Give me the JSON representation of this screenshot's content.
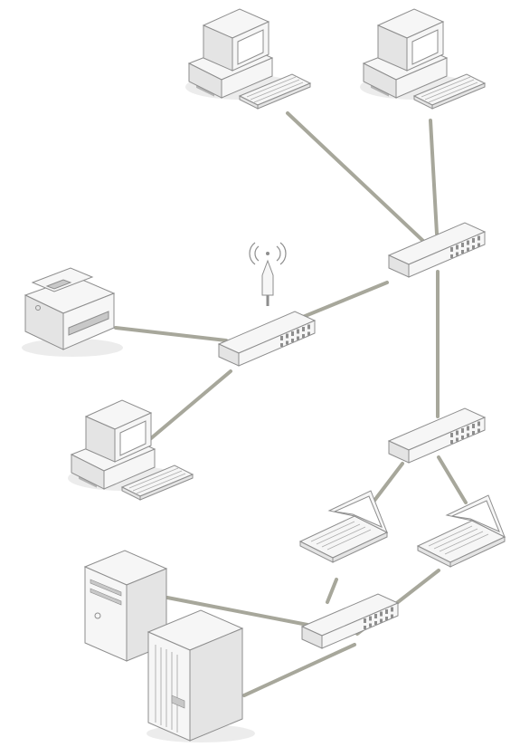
{
  "diagram": {
    "description_type": "network-topology",
    "background": "#ffffff",
    "colors": {
      "link": "#a7a79b",
      "device_light": "#f6f6f6",
      "device_mid": "#e4e4e4",
      "device_dark": "#c8c8c8",
      "outline": "#8e8e8e",
      "screen": "#ffffff",
      "shadow": "#ececec"
    },
    "nodes": [
      {
        "id": "desktop-top-left",
        "kind": "desktop-computer"
      },
      {
        "id": "desktop-top-right",
        "kind": "desktop-computer"
      },
      {
        "id": "switch-core",
        "kind": "network-switch"
      },
      {
        "id": "printer",
        "kind": "printer"
      },
      {
        "id": "wireless-access-point",
        "kind": "wireless-switch"
      },
      {
        "id": "desktop-left",
        "kind": "desktop-computer"
      },
      {
        "id": "switch-middle",
        "kind": "network-switch"
      },
      {
        "id": "laptop-left",
        "kind": "laptop"
      },
      {
        "id": "laptop-right",
        "kind": "laptop"
      },
      {
        "id": "switch-bottom",
        "kind": "network-switch"
      },
      {
        "id": "server-small",
        "kind": "server"
      },
      {
        "id": "server-large",
        "kind": "server"
      }
    ],
    "links": [
      {
        "from": "desktop-top-left",
        "to": "switch-core"
      },
      {
        "from": "desktop-top-right",
        "to": "switch-core"
      },
      {
        "from": "switch-core",
        "to": "wireless-access-point"
      },
      {
        "from": "switch-core",
        "to": "switch-middle"
      },
      {
        "from": "printer",
        "to": "wireless-access-point"
      },
      {
        "from": "desktop-left",
        "to": "wireless-access-point"
      },
      {
        "from": "switch-middle",
        "to": "laptop-left"
      },
      {
        "from": "switch-middle",
        "to": "laptop-right"
      },
      {
        "from": "laptop-left",
        "to": "switch-bottom"
      },
      {
        "from": "laptop-right",
        "to": "switch-bottom"
      },
      {
        "from": "server-small",
        "to": "switch-bottom"
      },
      {
        "from": "server-large",
        "to": "switch-bottom"
      }
    ]
  }
}
